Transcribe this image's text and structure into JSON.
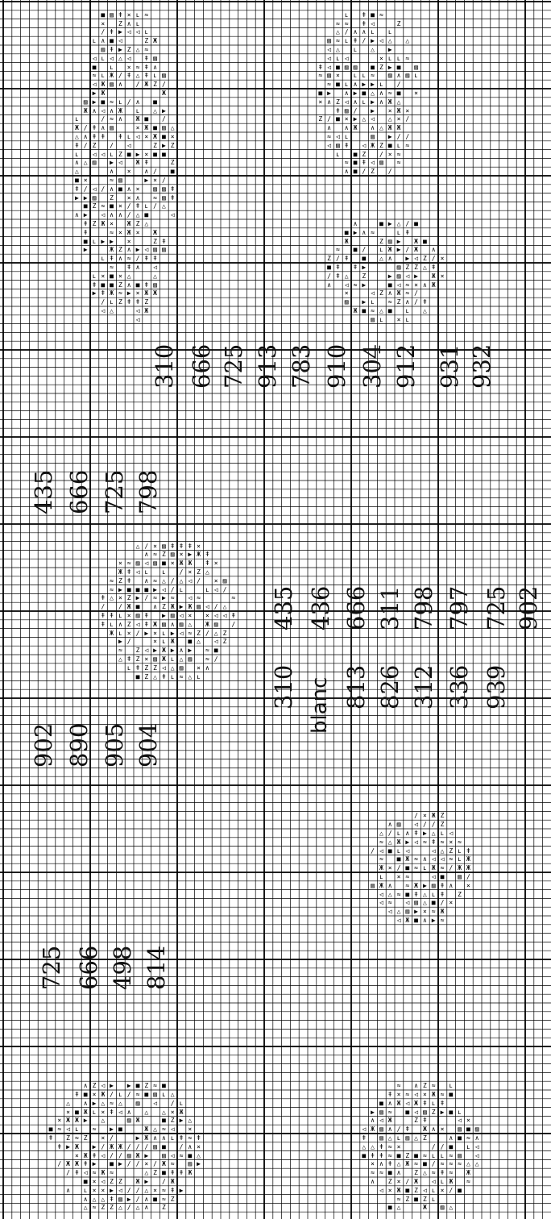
{
  "background": "#ffffff",
  "ink": "#000000",
  "keys": [
    {
      "id": "k-310-top",
      "code": "310"
    },
    {
      "id": "k-666-top",
      "code": "666"
    },
    {
      "id": "k-725-top",
      "code": "725"
    },
    {
      "id": "k-913-top",
      "code": "913"
    },
    {
      "id": "k-783-top",
      "code": "783"
    },
    {
      "id": "k-910-top",
      "code": "910"
    },
    {
      "id": "k-304-top",
      "code": "304"
    },
    {
      "id": "k-912-top",
      "code": "912"
    },
    {
      "id": "k-931-top",
      "code": "931"
    },
    {
      "id": "k-932-top",
      "code": "932"
    },
    {
      "id": "k-435-a",
      "code": "435"
    },
    {
      "id": "k-666-a",
      "code": "666"
    },
    {
      "id": "k-725-a",
      "code": "725"
    },
    {
      "id": "k-798-a",
      "code": "798"
    },
    {
      "id": "k-435-b",
      "code": "435"
    },
    {
      "id": "k-436-b",
      "code": "436"
    },
    {
      "id": "k-666-b",
      "code": "666"
    },
    {
      "id": "k-311-b",
      "code": "311"
    },
    {
      "id": "k-798-b",
      "code": "798"
    },
    {
      "id": "k-797-b",
      "code": "797"
    },
    {
      "id": "k-725-b",
      "code": "725"
    },
    {
      "id": "k-902-b",
      "code": "902"
    },
    {
      "id": "k-310-c",
      "code": "310"
    },
    {
      "id": "k-blanc-c",
      "code": "blanc"
    },
    {
      "id": "k-813-c",
      "code": "813"
    },
    {
      "id": "k-826-c",
      "code": "826"
    },
    {
      "id": "k-312-c",
      "code": "312"
    },
    {
      "id": "k-336-c",
      "code": "336"
    },
    {
      "id": "k-939-c",
      "code": "939"
    },
    {
      "id": "k-902-d",
      "code": "902"
    },
    {
      "id": "k-890-d",
      "code": "890"
    },
    {
      "id": "k-905-d",
      "code": "905"
    },
    {
      "id": "k-904-d",
      "code": "904"
    },
    {
      "id": "k-725-e",
      "code": "725"
    },
    {
      "id": "k-666-e",
      "code": "666"
    },
    {
      "id": "k-498-e",
      "code": "498"
    },
    {
      "id": "k-814-e",
      "code": "814"
    }
  ]
}
